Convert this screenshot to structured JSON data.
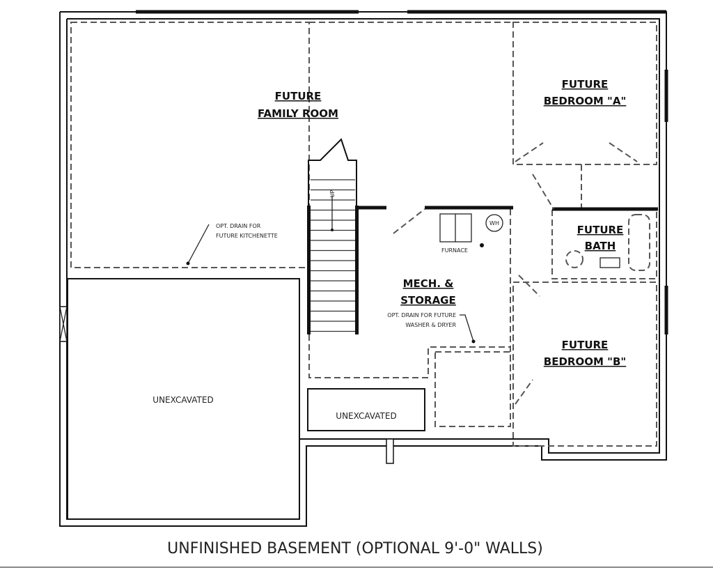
{
  "plan": {
    "title": "UNFINISHED BASEMENT (OPTIONAL 9'-0\" WALLS)",
    "rooms": {
      "family_room": [
        "FUTURE",
        "FAMILY ROOM"
      ],
      "bedroom_a": [
        "FUTURE",
        "BEDROOM \"A\""
      ],
      "bath": [
        "FUTURE",
        "BATH"
      ],
      "mech": [
        "MECH. &",
        "STORAGE"
      ],
      "bedroom_b": [
        "FUTURE",
        "BEDROOM \"B\""
      ],
      "unexcavated_large": "UNEXCAVATED",
      "unexcavated_small": "UNEXCAVATED"
    },
    "notes": {
      "kitchenette": [
        "OPT. DRAIN FOR",
        "FUTURE KITCHENETTE"
      ],
      "washer": [
        "OPT. DRAIN FOR FUTURE",
        "WASHER & DRYER"
      ],
      "furnace": "FURNACE",
      "water_heater": "WH",
      "stair_dir": "UP"
    }
  }
}
